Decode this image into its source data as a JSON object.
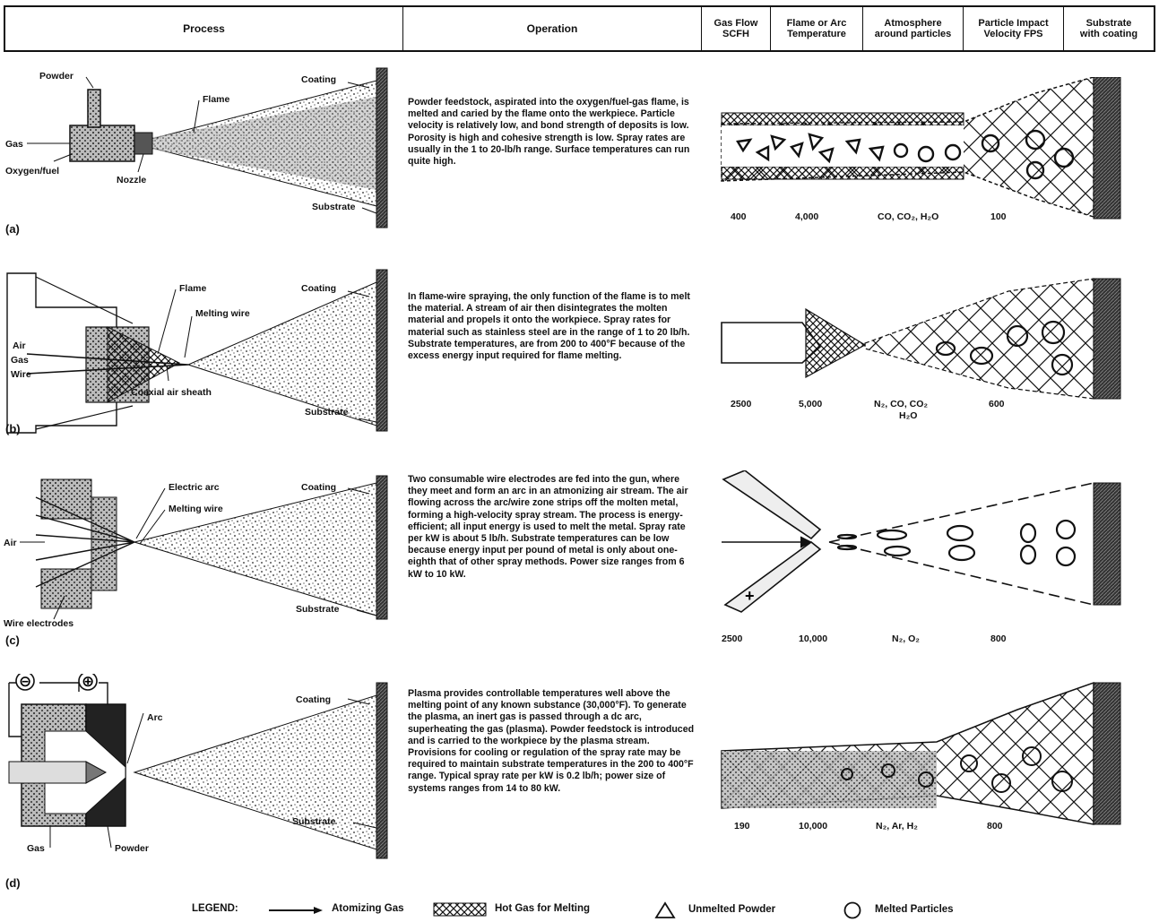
{
  "header": {
    "process": "Process",
    "operation": "Operation",
    "gas_flow": [
      "Gas Flow",
      "SCFH"
    ],
    "flame_temp": [
      "Flame or Arc",
      "Temperature"
    ],
    "atmosphere": [
      "Atmosphere",
      "around particles"
    ],
    "impact": [
      "Particle Impact",
      "Velocity FPS"
    ],
    "substrate": [
      "Substrate",
      "with coating"
    ]
  },
  "rows": [
    {
      "label": "(a)",
      "process_labels": {
        "powder": "Powder",
        "flame": "Flame",
        "coating": "Coating",
        "gas": "Gas",
        "oxygen_fuel": "Oxygen/fuel",
        "nozzle": "Nozzle",
        "substrate": "Substrate"
      },
      "operation": "Powder feedstock, aspirated into the oxygen/fuel-gas flame, is melted and caried by the flame onto the werkpiece. Particle velocity is relatively low, and bond strength of deposits is low. Porosity is high and cohesive strength is low. Spray rates are usually in the 1 to 20-lb/h range. Surface temperatures can run quite high.",
      "stats": {
        "gas_flow": "400",
        "temperature": "4,000",
        "atmosphere": "CO, CO₂, H₂O",
        "velocity": "100"
      }
    },
    {
      "label": "(b)",
      "process_labels": {
        "flame": "Flame",
        "coating": "Coating",
        "melting_wire": "Melting wire",
        "air": "Air",
        "gas": "Gas",
        "wire": "Wire",
        "coaxial": "Coaxial air sheath",
        "substrate": "Substrate"
      },
      "operation": "In flame-wire spraying, the only function of the flame is to melt the material. A stream of air then disintegrates the molten material and propels it onto the workpiece. Spray rates for material such as stainless steel are in the range of 1 to 20 lb/h. Substrate temperatures, are from 200 to 400°F because of the excess energy input required for flame melting.",
      "stats": {
        "gas_flow": "2500",
        "temperature": "5,000",
        "atmosphere": "N₂, CO, CO₂",
        "atmosphere2": "H₂O",
        "velocity": "600"
      }
    },
    {
      "label": "(c)",
      "process_labels": {
        "electric_arc": "Electric arc",
        "coating": "Coating",
        "melting_wire": "Melting wire",
        "air": "Air",
        "wire_electrodes": "Wire electrodes",
        "substrate": "Substrate"
      },
      "operation": "Two consumable wire electrodes are fed into the gun, where they meet and form an arc in an atmonizing air stream. The air flowing across the arc/wire zone strips off the molten metal, forming a high-velocity spray stream. The process is energy-efficient; all input energy is used to melt the metal. Spray rate per kW is about 5 lb/h. Substrate temperatures can be low because energy input per pound of metal is only about one-eighth that of other spray methods. Power size ranges from 6 kW to 10 kW.",
      "stats": {
        "gas_flow": "2500",
        "temperature": "10,000",
        "atmosphere": "N₂, O₂",
        "velocity": "800"
      }
    },
    {
      "label": "(d)",
      "process_labels": {
        "minus": "⊖",
        "plus": "⊕",
        "arc": "Arc",
        "coating": "Coating",
        "substrate": "Substrate",
        "gas": "Gas",
        "powder": "Powder"
      },
      "operation": "Plasma provides controllable temperatures well above the melting point of any known substance (30,000°F). To generate the plasma, an inert gas is passed through a dc arc, superheating the gas (plasma). Powder feedstock is introduced and is carried to the workpiece by the plasma stream. Provisions for cooling or regulation of the spray rate may be required to maintain substrate temperatures in the 200 to 400°F range. Typical spray rate per kW is 0.2 lb/h; power size of systems ranges from 14 to 80 kW.",
      "stats": {
        "gas_flow": "190",
        "temperature": "10,000",
        "atmosphere": "N₂, Ar, H₂",
        "velocity": "800"
      }
    }
  ],
  "legend": {
    "title": "LEGEND:",
    "atomizing_gas": "Atomizing Gas",
    "hot_gas": "Hot Gas for Melting",
    "unmelted": "Unmelted Powder",
    "melted": "Melted Particles"
  }
}
